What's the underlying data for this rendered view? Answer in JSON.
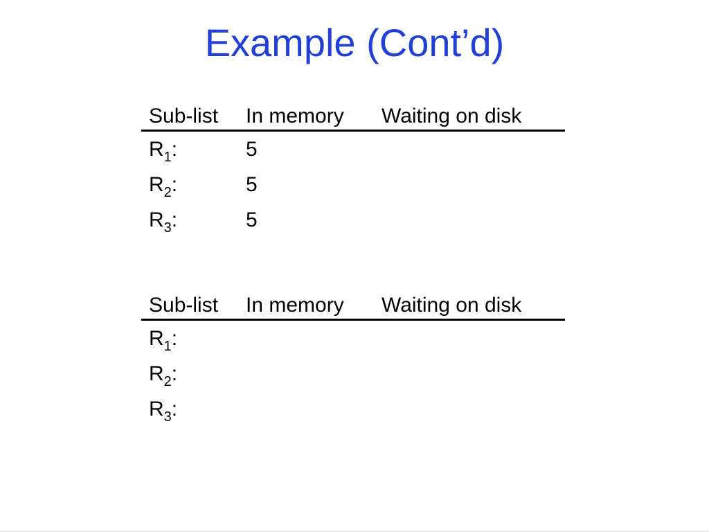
{
  "slide": {
    "title": "Example (Cont’d)"
  },
  "tables": [
    {
      "headers": {
        "sublist": "Sub-list",
        "in_memory": "In memory",
        "waiting_on_disk": "Waiting on disk"
      },
      "rows": [
        {
          "name": "R",
          "subscript": "1",
          "suffix": ":",
          "in_memory": "5",
          "waiting_on_disk": ""
        },
        {
          "name": "R",
          "subscript": "2",
          "suffix": ":",
          "in_memory": "5",
          "waiting_on_disk": ""
        },
        {
          "name": "R",
          "subscript": "3",
          "suffix": ":",
          "in_memory": "5",
          "waiting_on_disk": ""
        }
      ]
    },
    {
      "headers": {
        "sublist": "Sub-list",
        "in_memory": "In memory",
        "waiting_on_disk": "Waiting on disk"
      },
      "rows": [
        {
          "name": "R",
          "subscript": "1",
          "suffix": ":",
          "in_memory": "",
          "waiting_on_disk": ""
        },
        {
          "name": "R",
          "subscript": "2",
          "suffix": ":",
          "in_memory": "",
          "waiting_on_disk": ""
        },
        {
          "name": "R",
          "subscript": "3",
          "suffix": ":",
          "in_memory": "",
          "waiting_on_disk": ""
        }
      ]
    }
  ]
}
